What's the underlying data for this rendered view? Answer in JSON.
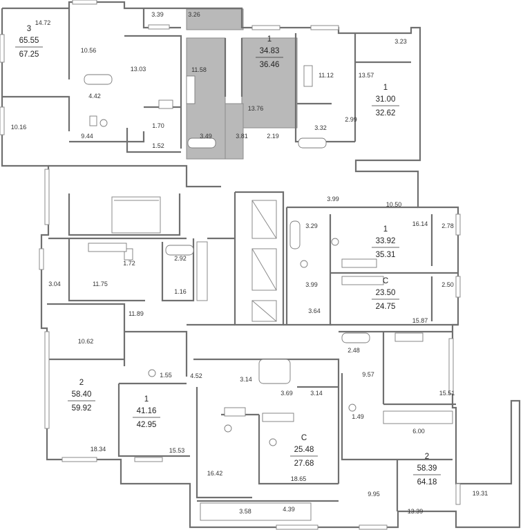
{
  "colors": {
    "wall": "#6f6f6f",
    "highlight": "#b9b9b9",
    "background": "#ffffff",
    "text": "#333333"
  },
  "apartments": [
    {
      "id": "apt-65",
      "rooms": "3",
      "living_area": "65.55",
      "total_area": "67.25"
    },
    {
      "id": "apt-34",
      "rooms": "1",
      "living_area": "34.83",
      "total_area": "36.46",
      "highlighted": true
    },
    {
      "id": "apt-31",
      "rooms": "1",
      "living_area": "31.00",
      "total_area": "32.62"
    },
    {
      "id": "apt-33",
      "rooms": "1",
      "living_area": "33.92",
      "total_area": "35.31"
    },
    {
      "id": "apt-23",
      "rooms": "С",
      "living_area": "23.50",
      "total_area": "24.75"
    },
    {
      "id": "apt-58a",
      "rooms": "2",
      "living_area": "58.40",
      "total_area": "59.92"
    },
    {
      "id": "apt-41",
      "rooms": "1",
      "living_area": "41.16",
      "total_area": "42.95"
    },
    {
      "id": "apt-25",
      "rooms": "С",
      "living_area": "25.48",
      "total_area": "27.68"
    },
    {
      "id": "apt-58b",
      "rooms": "2",
      "living_area": "58.39",
      "total_area": "64.18"
    }
  ],
  "room_areas": [
    "14.72",
    "3.39",
    "3.26",
    "10.56",
    "13.03",
    "11.58",
    "3.23",
    "11.12",
    "13.57",
    "4.42",
    "13.76",
    "1.70",
    "3.49",
    "3.81",
    "2.19",
    "3.32",
    "2.99",
    "10.16",
    "9.44",
    "1.52",
    "3.99",
    "10.50",
    "3.29",
    "16.14",
    "2.78",
    "1.72",
    "2.92",
    "3.04",
    "11.75",
    "1.16",
    "3.99",
    "2.50",
    "3.64",
    "11.89",
    "15.87",
    "10.62",
    "2.48",
    "1.55",
    "4.52",
    "3.14",
    "9.57",
    "3.69",
    "3.14",
    "15.51",
    "1.49",
    "6.00",
    "18.34",
    "15.53",
    "16.42",
    "18.65",
    "9.95",
    "19.31",
    "3.58",
    "4.39",
    "13.39"
  ]
}
